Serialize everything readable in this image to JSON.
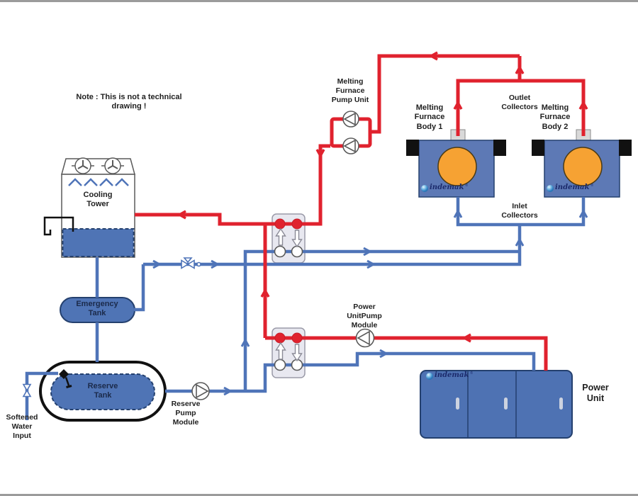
{
  "note": "Note : This is not a technical\ndrawing !",
  "labels": {
    "cooling_tower": "Cooling\nTower",
    "emergency_tank": "Emergency\nTank",
    "reserve_tank": "Reserve\nTank",
    "softened_water_input": "Softened\nWater\nInput",
    "reserve_pump_module": "Reserve\nPump\nModule",
    "melting_furnace_pump_unit": "Melting\nFurnace\nPump Unit",
    "melting_furnace_body_1": "Melting\nFurnace\nBody 1",
    "melting_furnace_body_2": "Melting\nFurnace\nBody 2",
    "outlet_collectors": "Outlet\nCollectors",
    "inlet_collectors": "Inlet\nCollectors",
    "power_unit_pump_module": "Power\nUnitPump\nModule",
    "power_unit": "Power\nUnit"
  },
  "brand": {
    "name": "indemak",
    "registered": "®"
  },
  "colors": {
    "hot_pipe": "#e0222e",
    "cold_pipe": "#4f74b8",
    "tank_fill": "#4f74b5",
    "tank_border": "#24406e",
    "furnace_body": "#5d79b5",
    "power_unit_body": "#4e72b3",
    "crucible_orange": "#f6a233",
    "manifold_fill": "#e8e8f0",
    "outline_gray": "#5a5a5a",
    "text": "#1f1f1f",
    "navy_text": "#1b2a4a",
    "brand_navy": "#1b2a6b"
  }
}
